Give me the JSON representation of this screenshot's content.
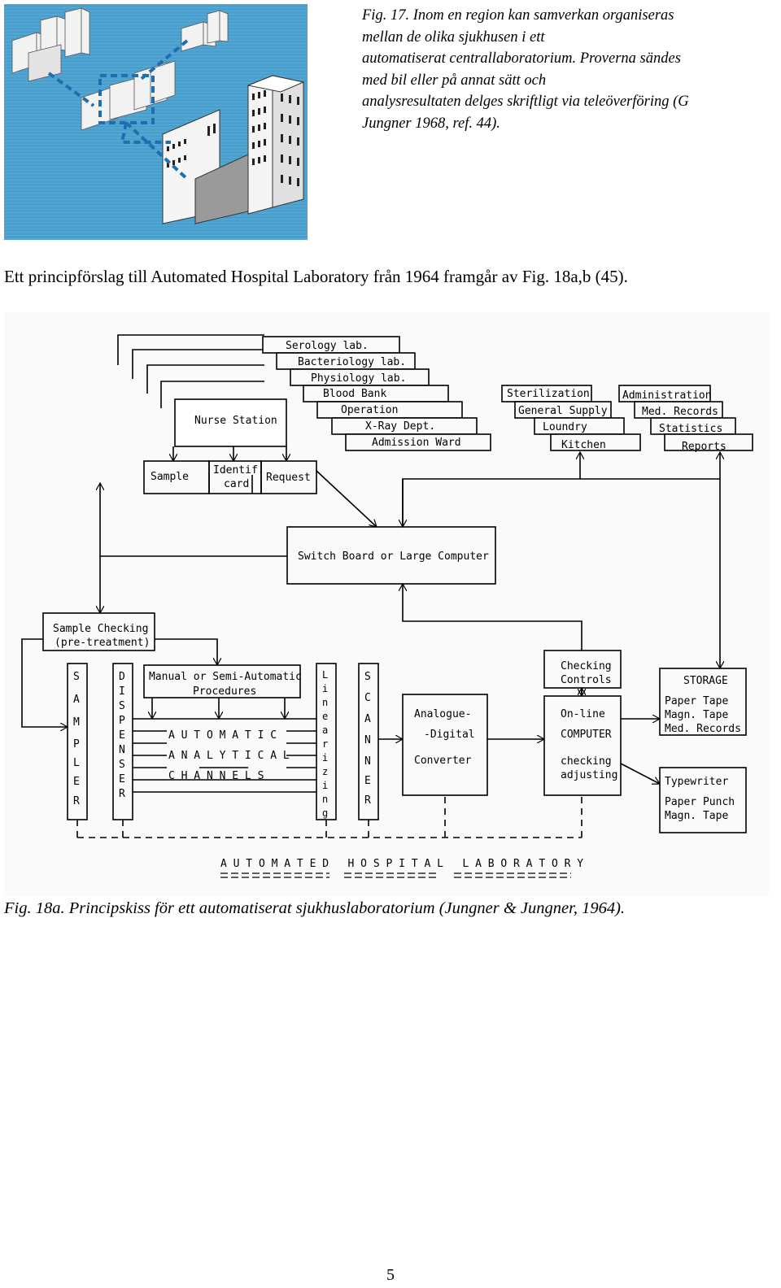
{
  "fig17": {
    "caption_lines": [
      "Fig. 17. Inom en region kan samverkan organiseras",
      "mellan de olika sjukhusen i ett",
      "automatiserat centrallaboratorium. Proverna sändes",
      "med bil eller på annat sätt och",
      "analysresultaten delges skriftligt via teleöverföring (G",
      "Jungner 1968, ref. 44)."
    ],
    "colors": {
      "background": "#4a9fcc",
      "dashed_link": "#1f6fb0",
      "building": "#f2f2f2"
    }
  },
  "paragraph": "Ett principförslag till Automated Hospital Laboratory från 1964 framgår av Fig. 18a,b (45).",
  "diagram": {
    "dept_stack": [
      "Serology lab.",
      "Bacteriology lab.",
      "Physiology lab.",
      "Blood Bank",
      "Operation",
      "X-Ray Dept.",
      "Admission Ward"
    ],
    "nurse_station": "Nurse Station",
    "sample": "Sample",
    "identif_card": [
      "Identif.",
      "card"
    ],
    "request": "Request",
    "service_stack": [
      "Sterilization",
      "General Supply",
      "Loundry",
      "Kitchen"
    ],
    "admin_stack": [
      "Administration",
      "Med. Records",
      "Statistics",
      "Reports"
    ],
    "switch_board": "Switch Board or Large Computer",
    "sample_checking": [
      "Sample Checking",
      "(pre-treatment)"
    ],
    "sampler": [
      "S",
      "A",
      "M",
      "P",
      "L",
      "E",
      "R"
    ],
    "dispenser": [
      "D",
      "I",
      "S",
      "P",
      "E",
      "N",
      "S",
      "E",
      "R"
    ],
    "manual_procedures": [
      "Manual or Semi-Automatic",
      "Procedures"
    ],
    "auto_channels": [
      "A U T O M A T I C",
      "A N A L Y T I C A L",
      "C H A N N E L S"
    ],
    "linearizing": [
      "L",
      "i",
      "n",
      "e",
      "a",
      "r",
      "i",
      "z",
      "i",
      "n",
      "g"
    ],
    "scanner": [
      "S",
      "C",
      "A",
      "N",
      "N",
      "E",
      "R"
    ],
    "converter": [
      "Analogue-",
      "-Digital",
      "Converter"
    ],
    "checking_controls": [
      "Checking",
      "Controls"
    ],
    "computer": [
      "On-line",
      "COMPUTER",
      "checking",
      "adjusting"
    ],
    "storage": [
      "STORAGE",
      "Paper Tape",
      "Magn. Tape",
      "Med. Records"
    ],
    "typewriter": [
      "Typewriter",
      "Paper Punch",
      "Magn. Tape"
    ],
    "bottom_title": "A U T O M A T E D   H O S P I T A L   L A B O R A T O R Y"
  },
  "fig18_caption": "Fig. 18a. Principskiss för ett automatiserat sjukhuslaboratorium (Jungner & Jungner, 1964).",
  "page_number": "5"
}
